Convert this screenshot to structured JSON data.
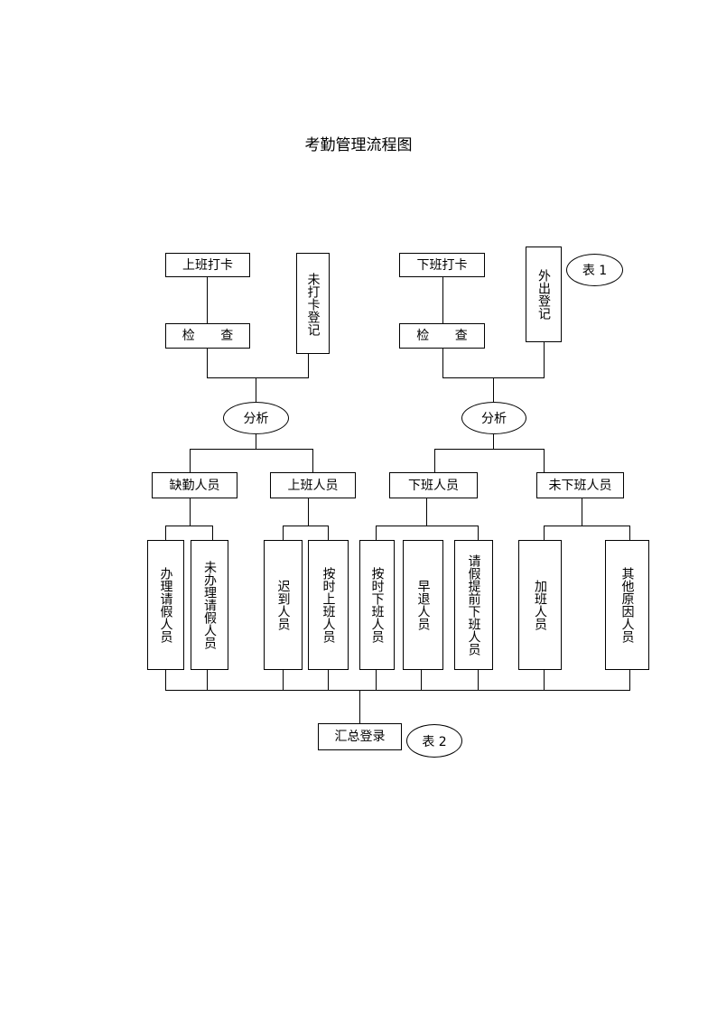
{
  "title": "考勤管理流程图",
  "checkin": {
    "start": "上班打卡",
    "check": "检 查",
    "unpunched_register": "未打卡登记",
    "analysis": "分析"
  },
  "checkout": {
    "start": "下班打卡",
    "check": "检 查",
    "outside_register": "外出登记",
    "form1": "表 1",
    "analysis": "分析"
  },
  "categories": {
    "absent": "缺勤人员",
    "on_duty": "上班人员",
    "off_duty": "下班人员",
    "not_off_duty": "未下班人员"
  },
  "leaves": {
    "leave_processed": "办理请假人员",
    "leave_unprocessed": "未办理请假人员",
    "late": "迟到人员",
    "on_time_in": "按时上班人员",
    "on_time_out": "按时下班人员",
    "early_leave": "早退人员",
    "early_leave_approved": "请假提前下班人员",
    "overtime": "加班人员",
    "other_reason": "其他原因人员"
  },
  "summary": {
    "label": "汇总登录",
    "form2": "表 2"
  }
}
